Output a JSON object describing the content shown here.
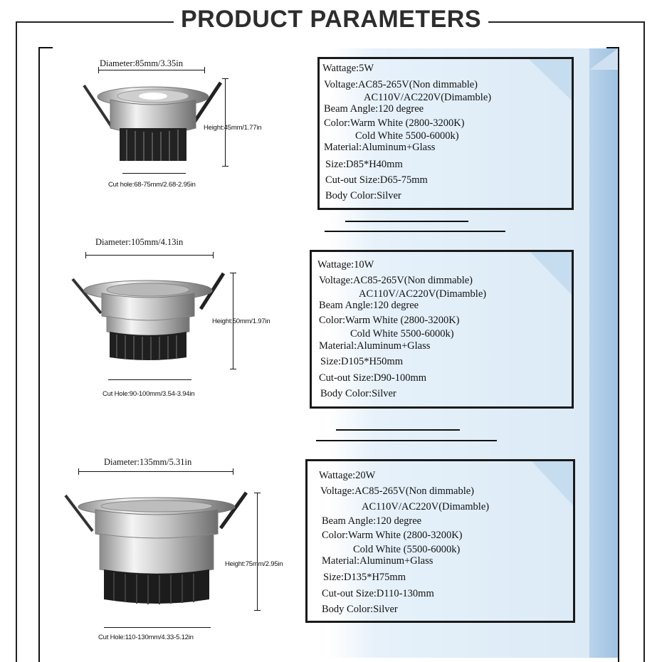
{
  "header": {
    "title": "PRODUCT PARAMETERS"
  },
  "products": [
    {
      "diameter": "Diameter:85mm/3.35in",
      "height": "Height:45mm/1.77in",
      "cut_hole": "Cut hole:68-75mm/2.68-2.95in",
      "specs": {
        "wattage": "Wattage:5W",
        "voltage_1": "Voltage:AC85-265V(Non dimmable)",
        "voltage_2": "AC110V/AC220V(Dimamble)",
        "beam_angle": "Beam Angle:120 degree",
        "color_1": "Color:Warm White (2800-3200K)",
        "color_2": "Cold White 5500-6000k)",
        "material": "Material:Aluminum+Glass",
        "size": "Size:D85*H40mm",
        "cutout": "Cut-out Size:D65-75mm",
        "body_color": "Body Color:Silver"
      }
    },
    {
      "diameter": "Diameter:105mm/4.13in",
      "height": "Height:50mm/1.97in",
      "cut_hole": "Cut Hole:90-100mm/3.54-3.94in",
      "specs": {
        "wattage": "Wattage:10W",
        "voltage_1": "Voltage:AC85-265V(Non dimmable)",
        "voltage_2": "AC110V/AC220V(Dimamble)",
        "beam_angle": "Beam Angle:120 degree",
        "color_1": "Color:Warm White (2800-3200K)",
        "color_2": "Cold White 5500-6000k)",
        "material": "Material:Aluminum+Glass",
        "size": "Size:D105*H50mm",
        "cutout": "Cut-out Size:D90-100mm",
        "body_color": "Body Color:Silver"
      }
    },
    {
      "diameter": "Diameter:135mm/5.31in",
      "height": "Height:75mm/2.95in",
      "cut_hole": "Cut Hole:110-130mm/4.33-5.12in",
      "specs": {
        "wattage": "Wattage:20W",
        "voltage_1": "Voltage:AC85-265V(Non dimmable)",
        "voltage_2": "AC110V/AC220V(Dimamble)",
        "beam_angle": "Beam Angle:120 degree",
        "color_1": "Color:Warm White (2800-3200K)",
        "color_2": "Cold White (5500-6000k)",
        "material": "Material:Aluminum+Glass",
        "size": "Size:D135*H75mm",
        "cutout": "Cut-out Size:D110-130mm",
        "body_color": "Body Color:Silver"
      }
    }
  ],
  "colors": {
    "frame": "#222222",
    "panel_blue": "#dbeaf6",
    "panel_side": "#9fc2e2",
    "title": "#2d2d2d"
  }
}
